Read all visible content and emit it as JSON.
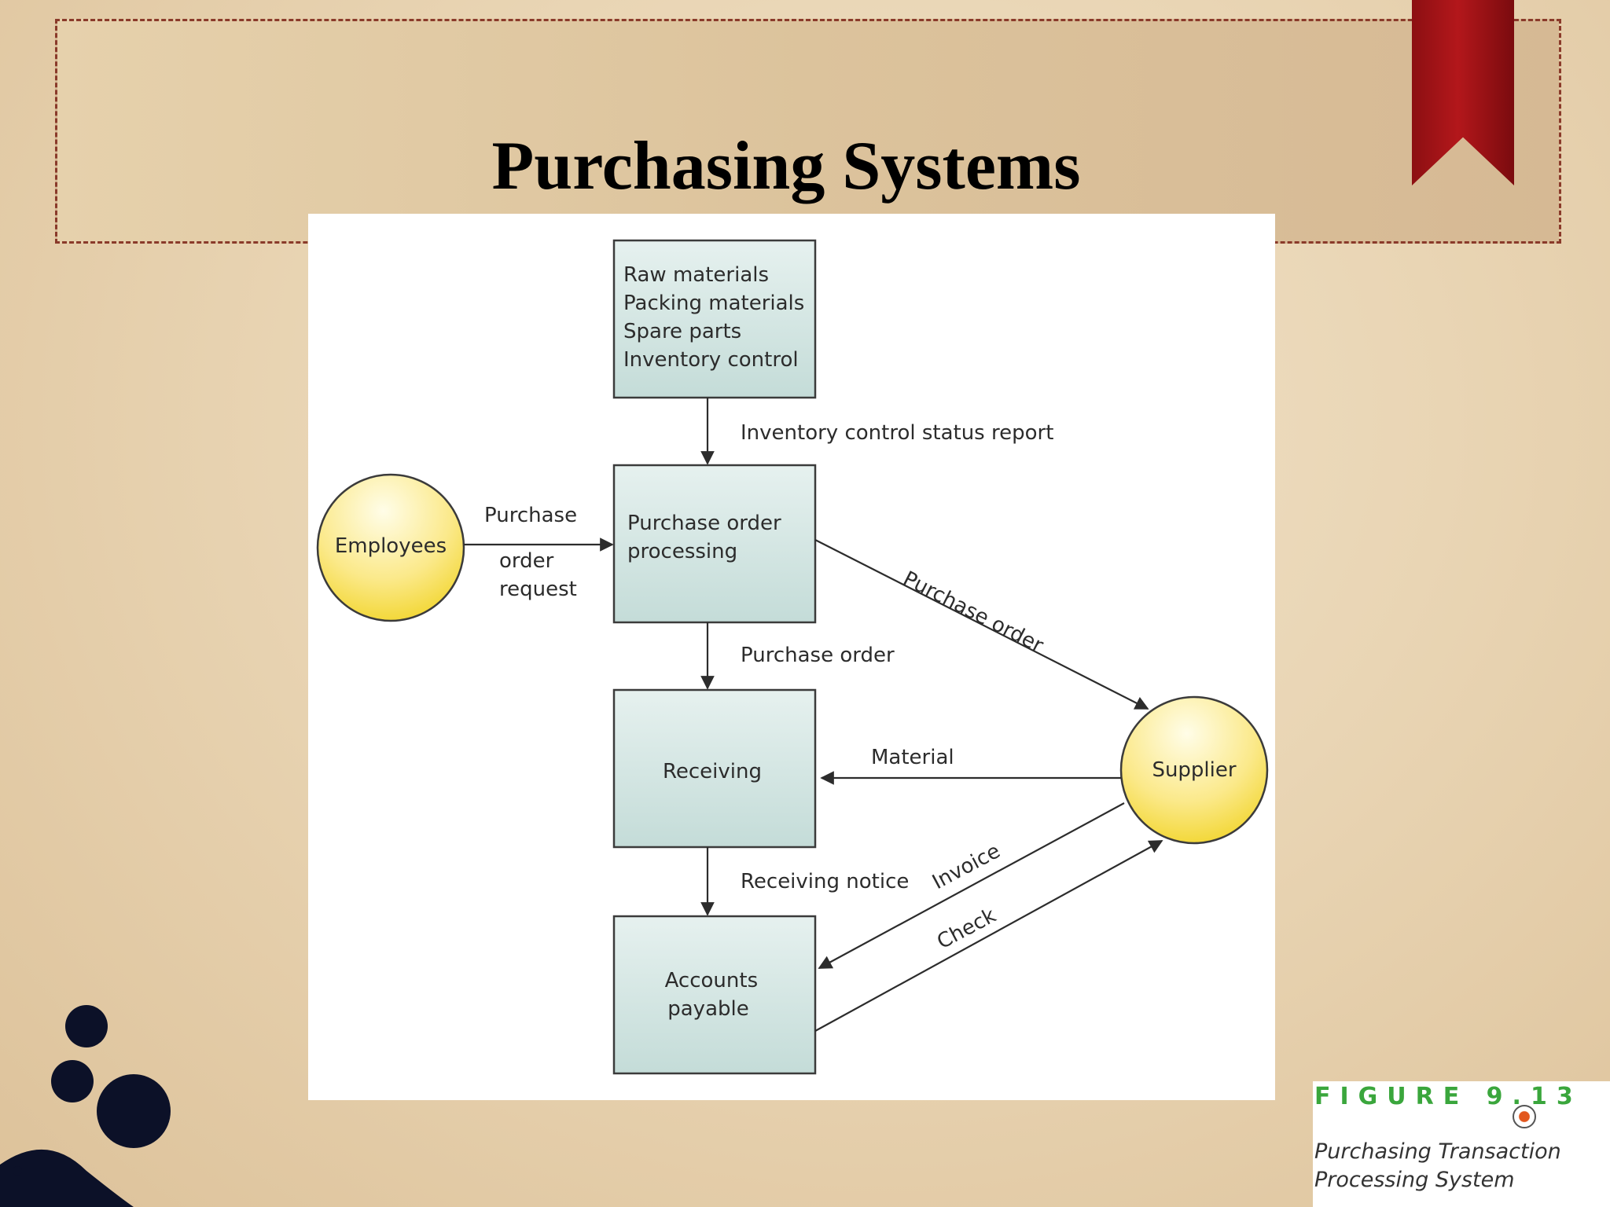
{
  "slide": {
    "title": "Purchasing Systems"
  },
  "diagram": {
    "processes": [
      {
        "id": "inventory",
        "lines": [
          "Raw materials",
          "Packing materials",
          "Spare parts",
          "Inventory control"
        ]
      },
      {
        "id": "po-processing",
        "lines": [
          "Purchase order",
          "processing"
        ]
      },
      {
        "id": "receiving",
        "lines": [
          "Receiving"
        ]
      },
      {
        "id": "accounts-payable",
        "lines": [
          "Accounts",
          "payable"
        ]
      }
    ],
    "entities": [
      {
        "id": "employees",
        "label": "Employees"
      },
      {
        "id": "supplier",
        "label": "Supplier"
      }
    ],
    "flows": {
      "inventory_status": "Inventory control status report",
      "po_request": [
        "Purchase",
        "order",
        "request"
      ],
      "purchase_order_down": "Purchase order",
      "purchase_order_supplier": "Purchase order",
      "material": "Material",
      "receiving_notice": "Receiving notice",
      "invoice": "Invoice",
      "check": "Check"
    }
  },
  "figure": {
    "label": "FIGURE 9.13",
    "caption": [
      "Purchasing Transaction",
      "Processing System"
    ],
    "accent_color": "#3aa63c"
  },
  "colors": {
    "process_fill_top": "#e6f1ef",
    "process_fill_bottom": "#c4dcd8",
    "entity_fill_top": "#fffde8",
    "entity_fill_bottom": "#f0d21e",
    "ribbon": "#b3171b"
  }
}
